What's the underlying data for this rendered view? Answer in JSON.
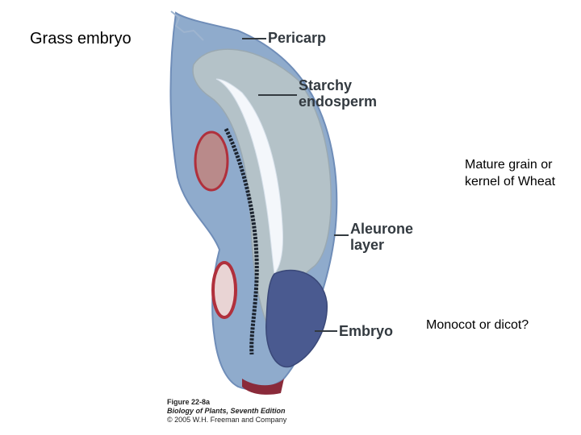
{
  "slide": {
    "title": "Grass embryo",
    "question_grain": "Mature grain or kernel of Wheat",
    "question_type": "Monocot or dicot?"
  },
  "labels": {
    "pericarp": "Pericarp",
    "starchy_line1": "Starchy",
    "starchy_line2": "endosperm",
    "aleurone_line1": "Aleurone",
    "aleurone_line2": "layer",
    "embryo": "Embryo"
  },
  "caption": {
    "figure": "Figure 22-8a",
    "book": "Biology of Plants, Seventh Edition",
    "copyright": "© 2005 W.H. Freeman and Company"
  },
  "colors": {
    "leader": "#333a40",
    "tissue_blue": "#7f9fc4",
    "endosperm": "#a9b9c2",
    "stain_red": "#b0303c",
    "embryo_dark": "#4a5a90"
  }
}
